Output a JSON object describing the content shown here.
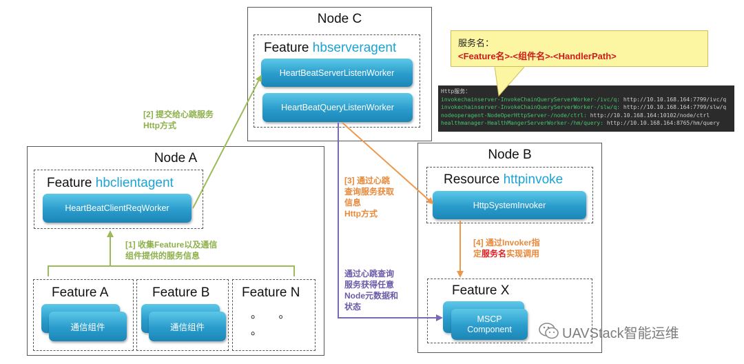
{
  "node_c": {
    "title": "Node C",
    "feature_prefix": "Feature",
    "feature_name": "hbserveragent",
    "workers": [
      "HeartBeatServerListenWorker",
      "HeartBeatQueryListenWorker"
    ]
  },
  "node_a": {
    "title": "Node A",
    "feature_prefix": "Feature",
    "feature_name": "hbclientagent",
    "worker": "HeartBeatClientReqWorker",
    "features": [
      {
        "title": "Feature A",
        "component": "通信组件"
      },
      {
        "title": "Feature B",
        "component": "通信组件"
      },
      {
        "title": "Feature N",
        "component": "。 。 。"
      }
    ]
  },
  "node_b": {
    "title": "Node B",
    "resource_prefix": "Resource",
    "resource_name": "httpinvoke",
    "invoker": "HttpSystemInvoker",
    "feature_x_title": "Feature X",
    "mscp_line1": "MSCP",
    "mscp_line2": "Component"
  },
  "labels": {
    "step1_line1": "[1] 收集Feature以及通信",
    "step1_line2": "组件提供的服务信息",
    "step2_line1": "[2] 提交给心跳服务",
    "step2_line2": "Http方式",
    "step3_line1": "[3] 通过心跳",
    "step3_line2": "查询服务获取",
    "step3_line3": "信息",
    "step3_line4": "Http方式",
    "step4_line1": "[4] 通过Invoker指",
    "step4_line2_a": "定",
    "step4_line2_b": "服务名",
    "step4_line2_c": "实现调用",
    "query_line1": "通过心跳查询",
    "query_line2": "服务获得任意",
    "query_line3": "Node元数据和",
    "query_line4": "状态"
  },
  "callout": {
    "line1": "服务名：",
    "line2": "<Feature名>-<组件名>-<HandlerPath>"
  },
  "console": {
    "header": "Http服务：",
    "rows": [
      {
        "name": "invokechainserver-InvokeChainQueryServerWorker-/ivc/q:",
        "url": " http://10.10.168.164:7799/ivc/q"
      },
      {
        "name": "invokechainserver-InvokeChainQueryServerWorker-/slw/q:",
        "url": " http://10.10.168.164:7799/slw/q"
      },
      {
        "name": "nodeoperagent-NodeOperHttpServer-/node/ctrl:",
        "url": " http://10.10.168.164:10102/node/ctrl"
      },
      {
        "name": "healthmanager-HealthMangerServerWorker-/hm/query:",
        "url": " http://10.10.168.164:8765/hm/query"
      }
    ]
  },
  "watermark": "UAVStack智能运维",
  "colors": {
    "green_arrow": "#9bbb59",
    "orange_arrow": "#f0964a",
    "purple_arrow": "#7a68b4",
    "worker_blue": "#2a9ccc",
    "highlight_blue": "#1ba3d6"
  }
}
